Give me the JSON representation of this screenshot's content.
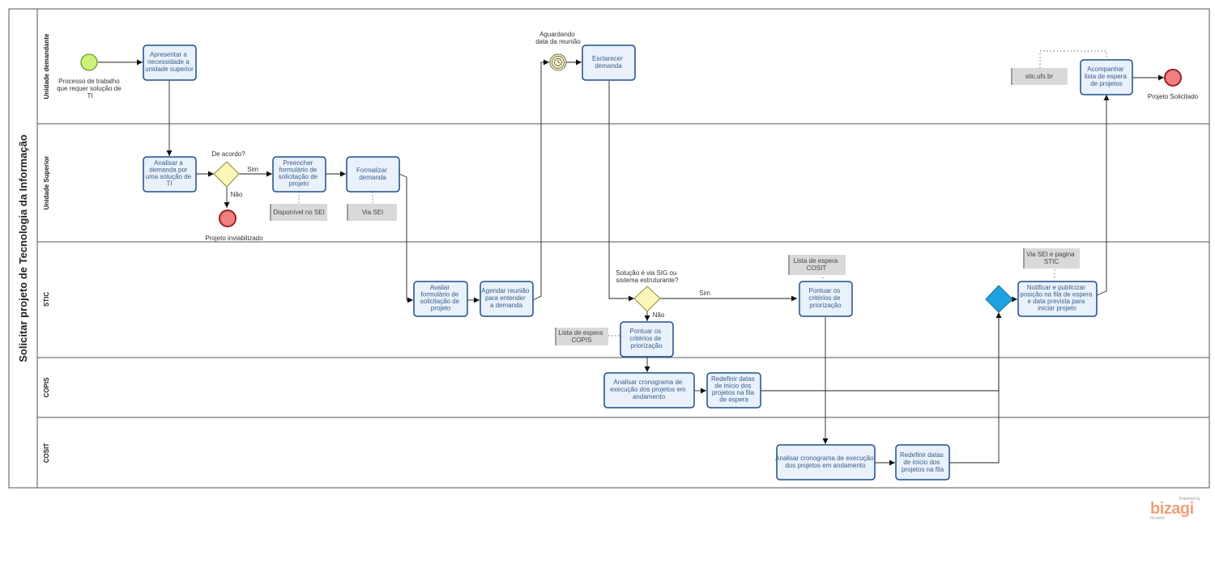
{
  "pool": {
    "title": "Solicitar projeto de Tecnologia da Informação"
  },
  "lanes": [
    "Unidade demandante",
    "Unidade Superior",
    "STIC",
    "COPIS",
    "COSIT"
  ],
  "tasks": {
    "apresentar": [
      "Apresentar a",
      "necessidade a",
      "unidade superior"
    ],
    "esclarecer": [
      "Esclarecer",
      "demanda"
    ],
    "acompanhar": [
      "Acompanhar",
      "lista de espera",
      "de projetos"
    ],
    "analisar_demanda": [
      "Analisar a",
      "demanda por",
      "uma solução de",
      "TI"
    ],
    "preencher": [
      "Preencher",
      "formulário de",
      "solicitação de",
      "projeto"
    ],
    "formalizar": [
      "Formalizar",
      "demanda"
    ],
    "avaliar": [
      "Avaliar",
      "formulário de",
      "solicitação de",
      "projeto"
    ],
    "agendar": [
      "Agendar reunião",
      "para  entender",
      "a demanda"
    ],
    "pontuar_copis": [
      "Pontuar os",
      "critérios de",
      "priorização"
    ],
    "pontuar_cosit": [
      "Pontuar os",
      "critérios de",
      "priorização"
    ],
    "notificar": [
      "Notificar e publicizar",
      "posição na fila de espera",
      "e data prevista para",
      "iniciar projeto"
    ],
    "analisar_copis": [
      "Analisar cronograma de",
      "execução dos projetos em",
      "andamento"
    ],
    "redefinir_copis": [
      "Redefinir datas",
      "de início dos",
      "projetos na fila",
      "de espera"
    ],
    "analisar_cosit": [
      "Analisar cronograma de execução",
      "dos projetos em andamento"
    ],
    "redefinir_cosit": [
      "Redefinir datas",
      "de início dos",
      "projetos na fila"
    ]
  },
  "events": {
    "start_label": [
      "Processo de trabalho",
      "que requer solução de",
      "TI"
    ],
    "timer_label": [
      "Aguardando",
      "data da reunião"
    ],
    "end_solicitado": "Projeto Solicitado",
    "end_inviabilizado": "Projeto inviabilizado"
  },
  "gateways": {
    "acordo_question": "De acordo?",
    "sim": "Sim",
    "nao": "Não",
    "solucao_question": [
      "Solução é via SIG ou",
      "sistema estruturante?"
    ]
  },
  "artifacts": {
    "sei_form": "Disponível no SEI",
    "via_sei": "Via SEI",
    "stic_site": "stic.ufs.br",
    "lista_cosit": [
      "Lista de espera",
      "COSIT"
    ],
    "lista_copis": [
      "Lista de espera",
      "COPIS"
    ],
    "via_sei_pagina": [
      "Via SEI e pagina",
      "STIC"
    ]
  },
  "branding": {
    "powered": "Powered by",
    "name": "bizagi",
    "product": "Modeler"
  },
  "colors": {
    "task_fill": "#e9f1fb",
    "task_stroke": "#1f4e8a",
    "start_fill": "#ccf07a",
    "end_fill": "#f08080",
    "gateway_fill": "#fbf7b8",
    "parallel_gateway_fill": "#1fa3e0",
    "artifact_fill": "#d9d9d9"
  }
}
